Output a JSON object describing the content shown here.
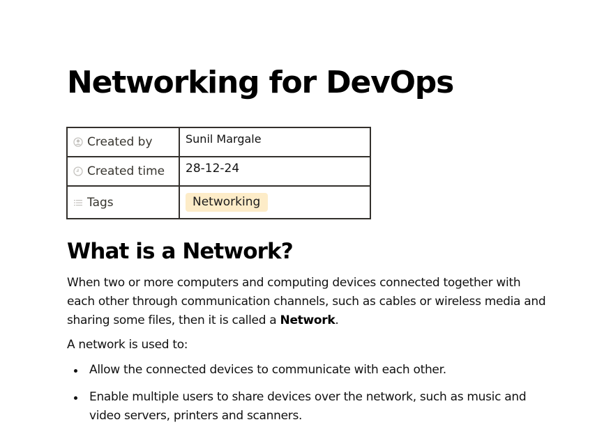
{
  "page": {
    "title": "Networking for DevOps",
    "properties": [
      {
        "icon": "user-circle-icon",
        "key": "Created by",
        "value": "Sunil Margale"
      },
      {
        "icon": "clock-icon",
        "key": "Created time",
        "value": "28-12-24"
      },
      {
        "icon": "list-icon",
        "key": "Tags",
        "tags": [
          "Networking"
        ]
      }
    ],
    "tag_color": "#fdecc8"
  },
  "content": {
    "heading": "What is a Network?",
    "paragraph1_pre": "When two or more computers and computing devices connected together with each other through communication channels, such as cables or wireless media and sharing some files, then it is called a ",
    "paragraph1_bold": "Network",
    "paragraph1_post": ".",
    "paragraph2": "A network is used to:",
    "bullets": [
      "Allow the connected devices to communicate with each other.",
      "Enable multiple users to share devices over the network, such as music and video servers, printers and scanners."
    ]
  }
}
